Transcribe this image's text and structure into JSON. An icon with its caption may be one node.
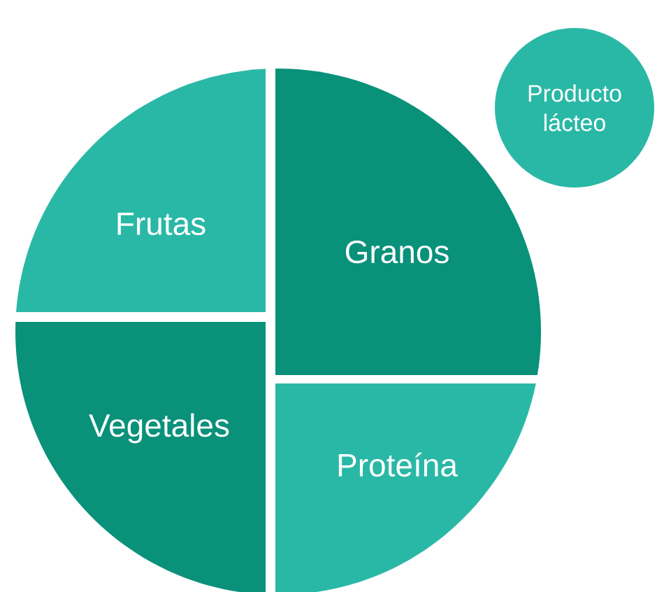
{
  "diagram": {
    "nodes": [
      {
        "text": [
          "Frutas"
        ]
      },
      {
        "text": [
          "Granos"
        ]
      },
      {
        "text": [
          "Vegetales"
        ]
      },
      {
        "text": [
          "Proteína"
        ]
      },
      {
        "text": [
          "Producto lácteo"
        ]
      }
    ]
  }
}
